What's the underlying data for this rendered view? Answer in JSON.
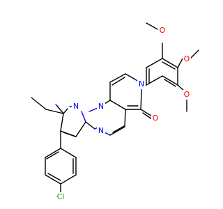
{
  "structure": {
    "atoms": {
      "N_ring_a": "N",
      "N_ring_b": "N",
      "N_ring_c": "N",
      "N_ring_d": "N",
      "O_carbonyl": "O",
      "O_methoxy_top": "O",
      "O_methoxy_mid": "O",
      "O_methoxy_low": "O",
      "Cl": "Cl"
    }
  },
  "colors": {
    "carbon": "#000000",
    "nitrogen": "#0000ff",
    "oxygen": "#ff0000",
    "chlorine": "#00aa00",
    "background": "#ffffff"
  }
}
